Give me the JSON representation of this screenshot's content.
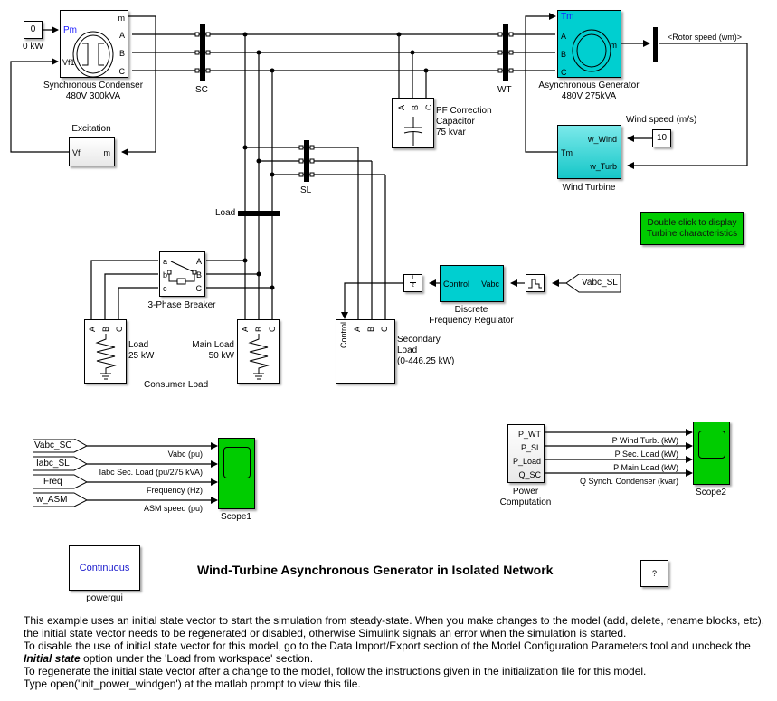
{
  "title": "Wind-Turbine Asynchronous Generator in Isolated Network",
  "blocks": {
    "constant_pm": {
      "value": "0",
      "label": "0 kW"
    },
    "sync_condenser": {
      "name_line1": "Synchronous Condenser",
      "name_line2": "480V 300kVA",
      "ports": {
        "pm": "Pm",
        "vf": "Vf1",
        "m": "m",
        "a": "A",
        "b": "B",
        "c": "C"
      }
    },
    "excitation": {
      "name": "Excitation",
      "ports": {
        "vf": "Vf",
        "m": "m"
      }
    },
    "bus_sc": {
      "name": "SC"
    },
    "bus_wt": {
      "name": "WT"
    },
    "bus_sl": {
      "name": "SL"
    },
    "bus_load": {
      "name": "Load"
    },
    "pf_capacitor": {
      "name_line1": "PF Correction",
      "name_line2": "Capacitor",
      "name_line3": "75 kvar",
      "ports": {
        "a": "A",
        "b": "B",
        "c": "C"
      }
    },
    "async_generator": {
      "name_line1": "Asynchronous Generator",
      "name_line2": "480V 275kVA",
      "ports": {
        "tm": "Tm",
        "a": "A",
        "b": "B",
        "c": "C",
        "m": "m"
      }
    },
    "rotor_speed_selector": {
      "signal": "<Rotor speed (wm)>"
    },
    "wind_speed": {
      "label": "Wind speed (m/s)",
      "value": "10"
    },
    "wind_turbine": {
      "name": "Wind Turbine",
      "ports": {
        "w_wind": "w_Wind",
        "w_turb": "w_Turb",
        "tm": "Tm"
      }
    },
    "info_button": {
      "label_line1": "Double click to display",
      "label_line2": "Turbine characteristics",
      "color": "#00cc00"
    },
    "breaker": {
      "name": "3-Phase Breaker",
      "ports": {
        "a_in": "a",
        "b_in": "b",
        "c_in": "c",
        "a_out": "A",
        "b_out": "B",
        "c_out": "C"
      }
    },
    "load_25": {
      "name_line1": "Load",
      "name_line2": "25 kW",
      "ports": {
        "a": "A",
        "b": "B",
        "c": "C"
      }
    },
    "main_load": {
      "name_line1": "Main Load",
      "name_line2": "50 kW",
      "ports": {
        "a": "A",
        "b": "B",
        "c": "C"
      }
    },
    "consumer_load_label": "Consumer Load",
    "secondary_load": {
      "name_line1": "Secondary",
      "name_line2": "Load",
      "name_line3": "(0-446.25 kW)",
      "ports": {
        "control": "Control",
        "a": "A",
        "b": "B",
        "c": "C"
      }
    },
    "delay": {
      "num": "1",
      "den": "z"
    },
    "freq_regulator": {
      "name_line1": "Discrete",
      "name_line2": "Frequency Regulator",
      "ports": {
        "control": "Control",
        "vabc": "Vabc"
      }
    },
    "from_vabc_sl": {
      "tag": "Vabc_SL"
    },
    "scope1": {
      "name": "Scope1",
      "inputs": [
        {
          "tag": "Vabc_SC",
          "signal": "Vabc (pu)"
        },
        {
          "tag": "Iabc_SL",
          "signal": "Iabc Sec. Load (pu/275 kVA)"
        },
        {
          "tag": "Freq",
          "signal": "Frequency (Hz)"
        },
        {
          "tag": "w_ASM",
          "signal": "ASM speed (pu)"
        }
      ]
    },
    "power_computation": {
      "name_line1": "Power",
      "name_line2": "Computation",
      "ports": [
        "P_WT",
        "P_SL",
        "P_Load",
        "Q_SC"
      ]
    },
    "scope2": {
      "name": "Scope2",
      "signals": [
        "P Wind Turb.  (kW)",
        "P Sec. Load  (kW)",
        "P Main Load (kW)",
        "Q Synch.  Condenser (kvar)"
      ]
    },
    "powergui": {
      "mode": "Continuous",
      "name": "powergui"
    },
    "help": {
      "label": "?"
    }
  },
  "description": {
    "line1": "This example uses an initial state vector to start the simulation from steady-state. When you make changes to the model (add, delete, rename blocks, etc), the initial state vector needs to be regenerated or disabled, otherwise Simulink signals an error when the simulation is started.",
    "line2a": "To disable the use of initial state vector for this model, go to the Data Import/Export section of the Model Configuration Parameters tool and uncheck the ",
    "line2b": "Initial state",
    "line2c": " option under the 'Load from workspace' section.",
    "line3": "To regenerate the initial state vector after a change to the model, follow the instructions given in the initialization file for this model.",
    "line4": "Type open('init_power_windgen') at the matlab prompt to view this file."
  }
}
